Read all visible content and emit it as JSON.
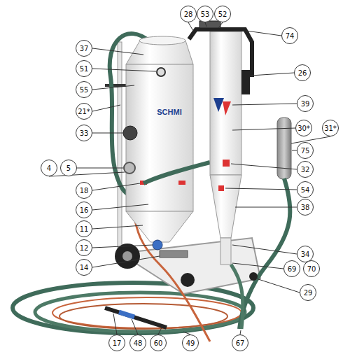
{
  "diagram": {
    "labels": [
      "28",
      "53",
      "52",
      "74",
      "37",
      "26",
      "51",
      "39",
      "55",
      "30*",
      "31*",
      "21*",
      "33",
      "75",
      "4",
      "5",
      "32",
      "54",
      "18",
      "38",
      "16",
      "11",
      "12",
      "34",
      "14",
      "69",
      "70",
      "29",
      "17",
      "48",
      "60",
      "49",
      "67",
      "SCHMI"
    ]
  }
}
